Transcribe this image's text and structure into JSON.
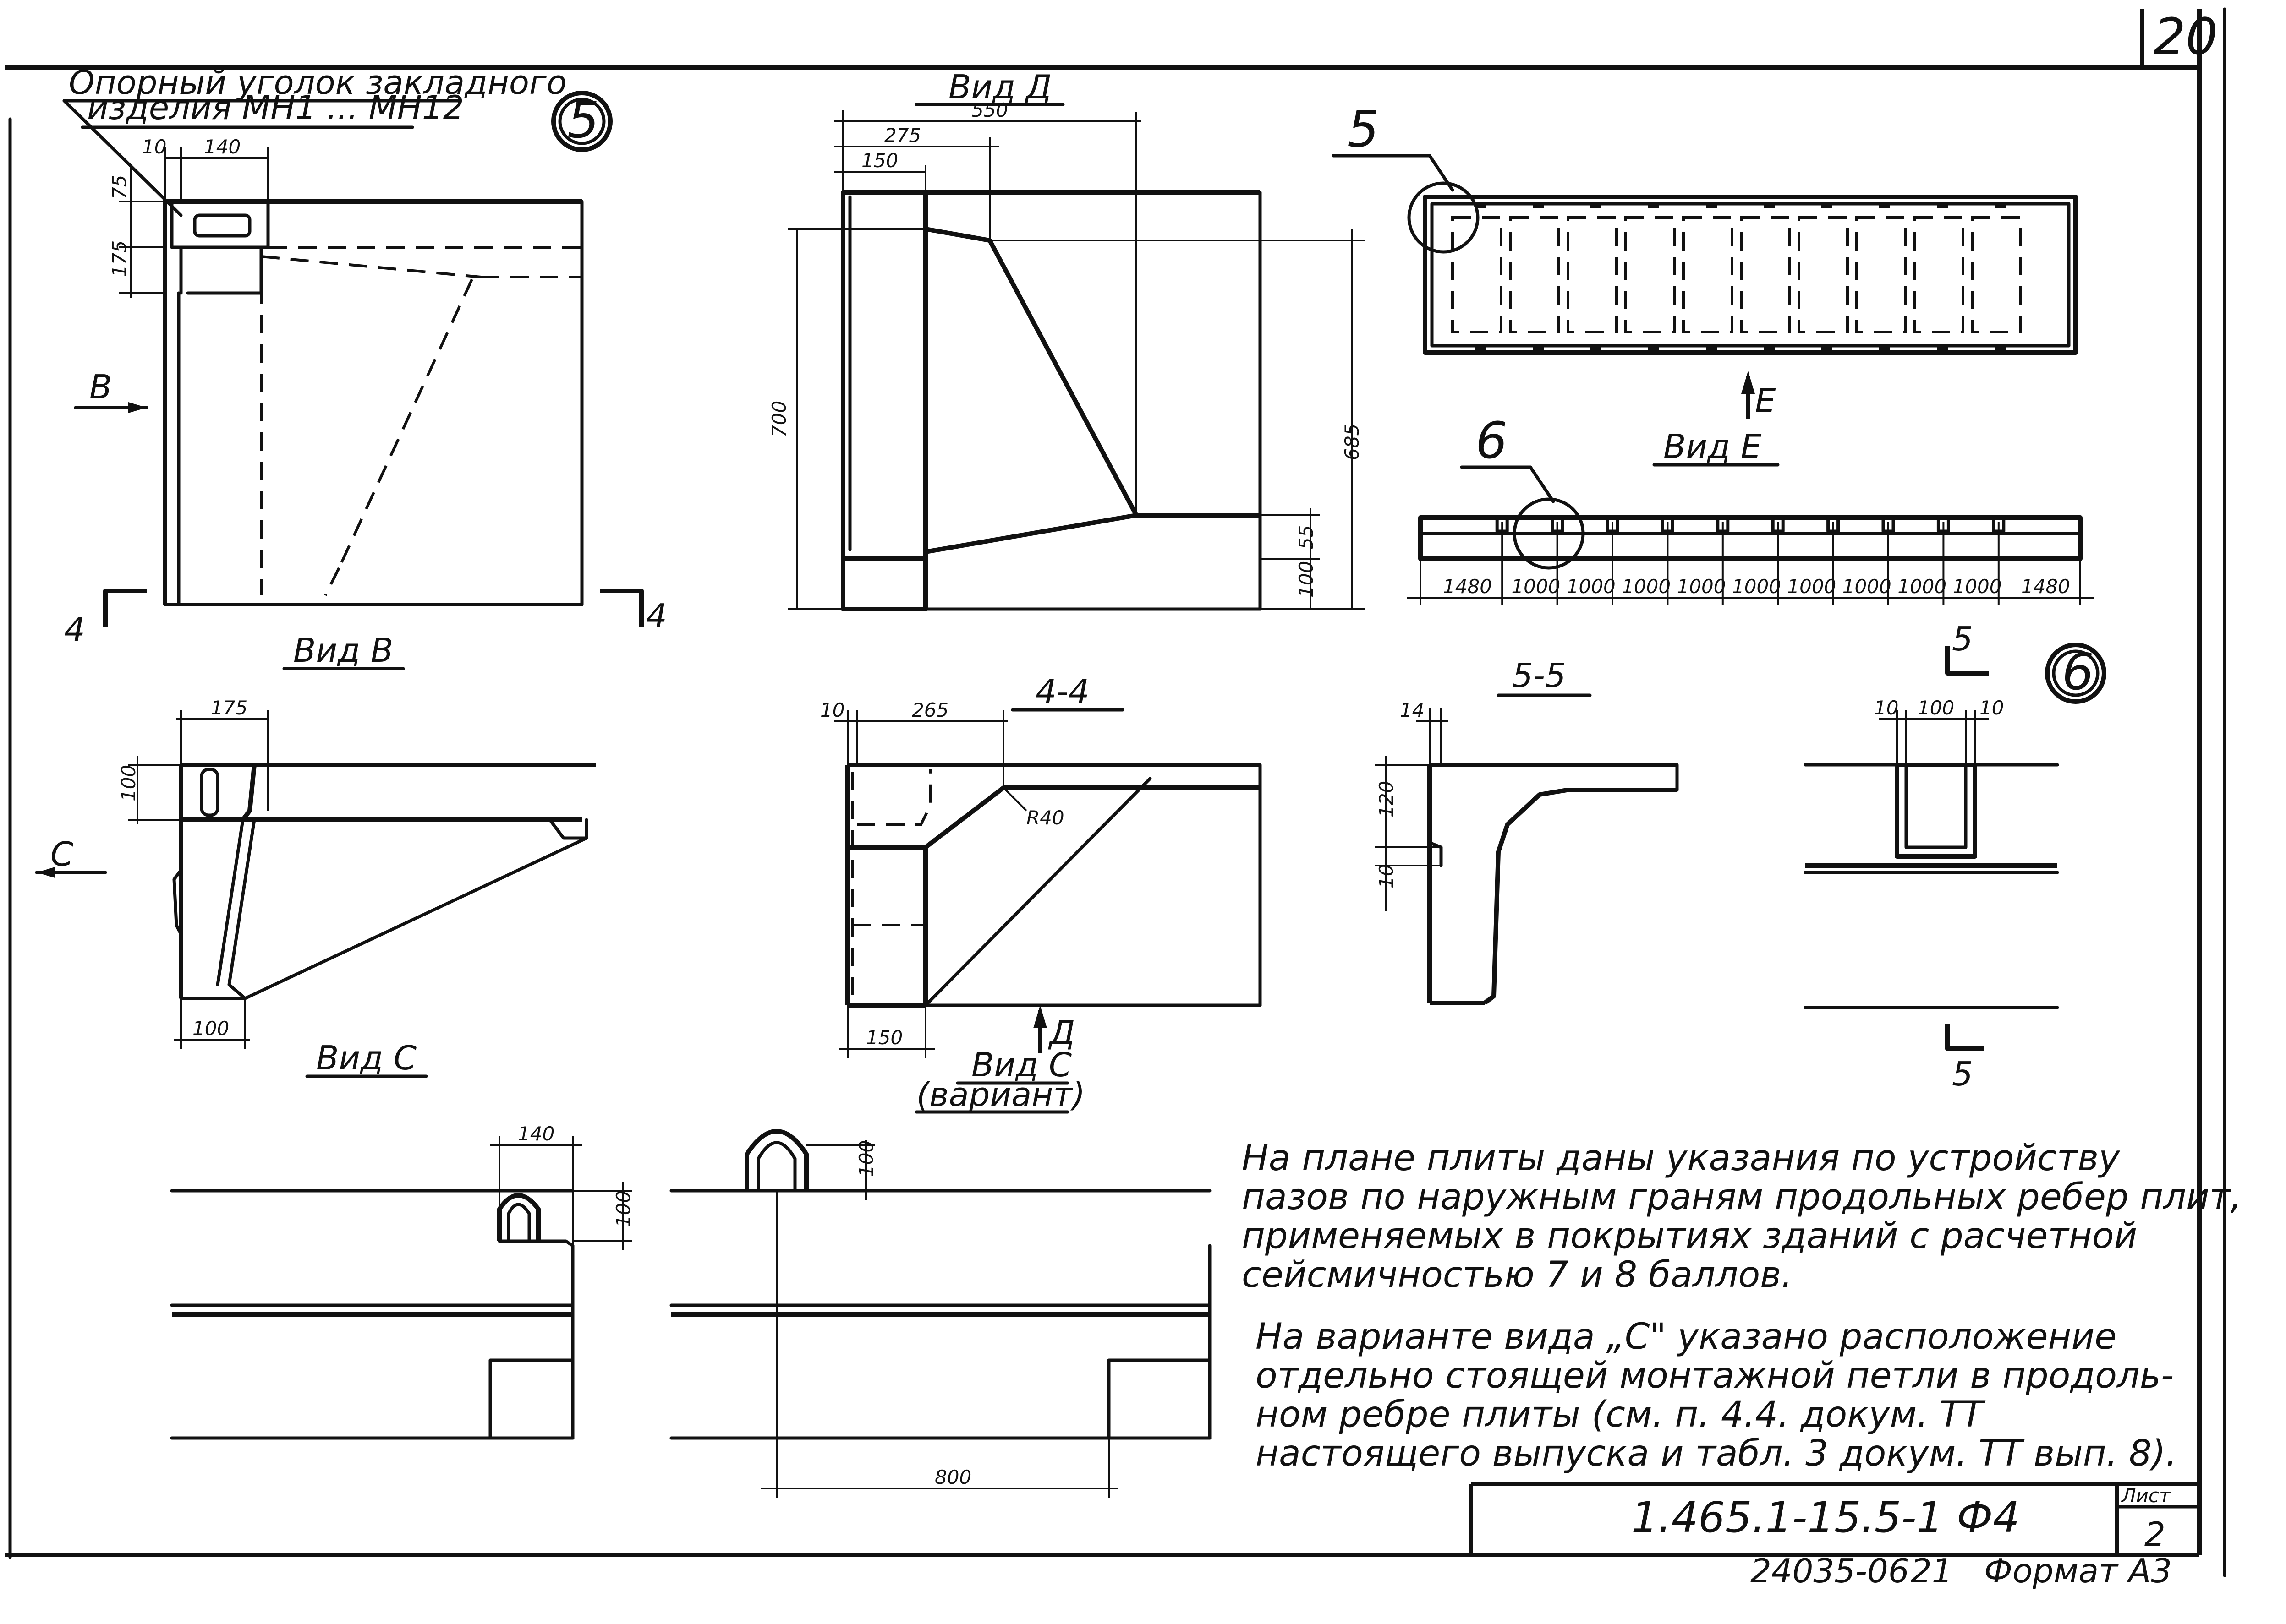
{
  "sheet": {
    "page_number": "20",
    "callout_5_text_line1": "Опорный уголок закладного",
    "callout_5_text_line2": "изделия МН1 ... МН12",
    "detail5_circle_label": "5",
    "detail6_circle_label": "6"
  },
  "view_b_detail": {
    "title": "Вид В",
    "arrow_label": "В",
    "section_left": "4",
    "section_right": "4",
    "dims": {
      "d10": "10",
      "d140": "140",
      "d75": "75",
      "d175": "175"
    }
  },
  "view_d": {
    "title": "Вид Д",
    "dims": {
      "d550": "550",
      "d275": "275",
      "d150": "150",
      "d700": "700",
      "d685": "685",
      "d55": "55",
      "d100": "100"
    }
  },
  "plan_view": {
    "leader_5": "5",
    "arrow_e_label": "Е"
  },
  "view_e": {
    "title": "Вид Е",
    "leader_6": "6",
    "spacing_dims": [
      "1480",
      "1000",
      "1000",
      "1000",
      "1000",
      "1000",
      "1000",
      "1000",
      "1000",
      "1000",
      "1480"
    ]
  },
  "view_c": {
    "title": "Вид С",
    "arrow_label": "С",
    "dims": {
      "d175": "175",
      "d100_top": "100",
      "d100_bottom": "100"
    }
  },
  "section_4_4": {
    "title": "4-4",
    "arrow_d_label": "Д",
    "dims": {
      "d10": "10",
      "d265": "265",
      "r40": "R40",
      "d150": "150"
    }
  },
  "section_5_5": {
    "title": "5-5",
    "dims": {
      "d14": "14",
      "d120": "120",
      "d10": "10"
    }
  },
  "detail_6": {
    "section_mark_top": "5",
    "section_mark_bottom": "5",
    "dims": {
      "d10a": "10",
      "d100": "100",
      "d10b": "10"
    }
  },
  "view_c_variant": {
    "title_line1": "Вид С",
    "title_line2": "(вариант)",
    "dims": {
      "d140": "140",
      "d100a": "100",
      "d100b": "100",
      "d800": "800"
    }
  },
  "notes": {
    "p1": [
      "На плане плиты даны указания по устройству",
      "пазов по наружным граням продольных ребер плит,",
      "применяемых в покрытиях зданий с расчетной",
      "сейсмичностью 7 и 8 баллов."
    ],
    "p2": [
      "На варианте вида „С\" указано расположение",
      "отдельно стоящей монтажной петли в продоль-",
      "ном ребре плиты (см. п. 4.4. докум. ТТ",
      "настоящего выпуска и табл. 3 докум. ТТ вып. 8)."
    ]
  },
  "title_block": {
    "code": "1.465.1-15.5-1 Ф4",
    "sheet_label": "Лист",
    "sheet_number": "2"
  },
  "footer": {
    "archive_number": "24035-06",
    "sheet_suffix": "21",
    "format_label": "Формат А3"
  }
}
